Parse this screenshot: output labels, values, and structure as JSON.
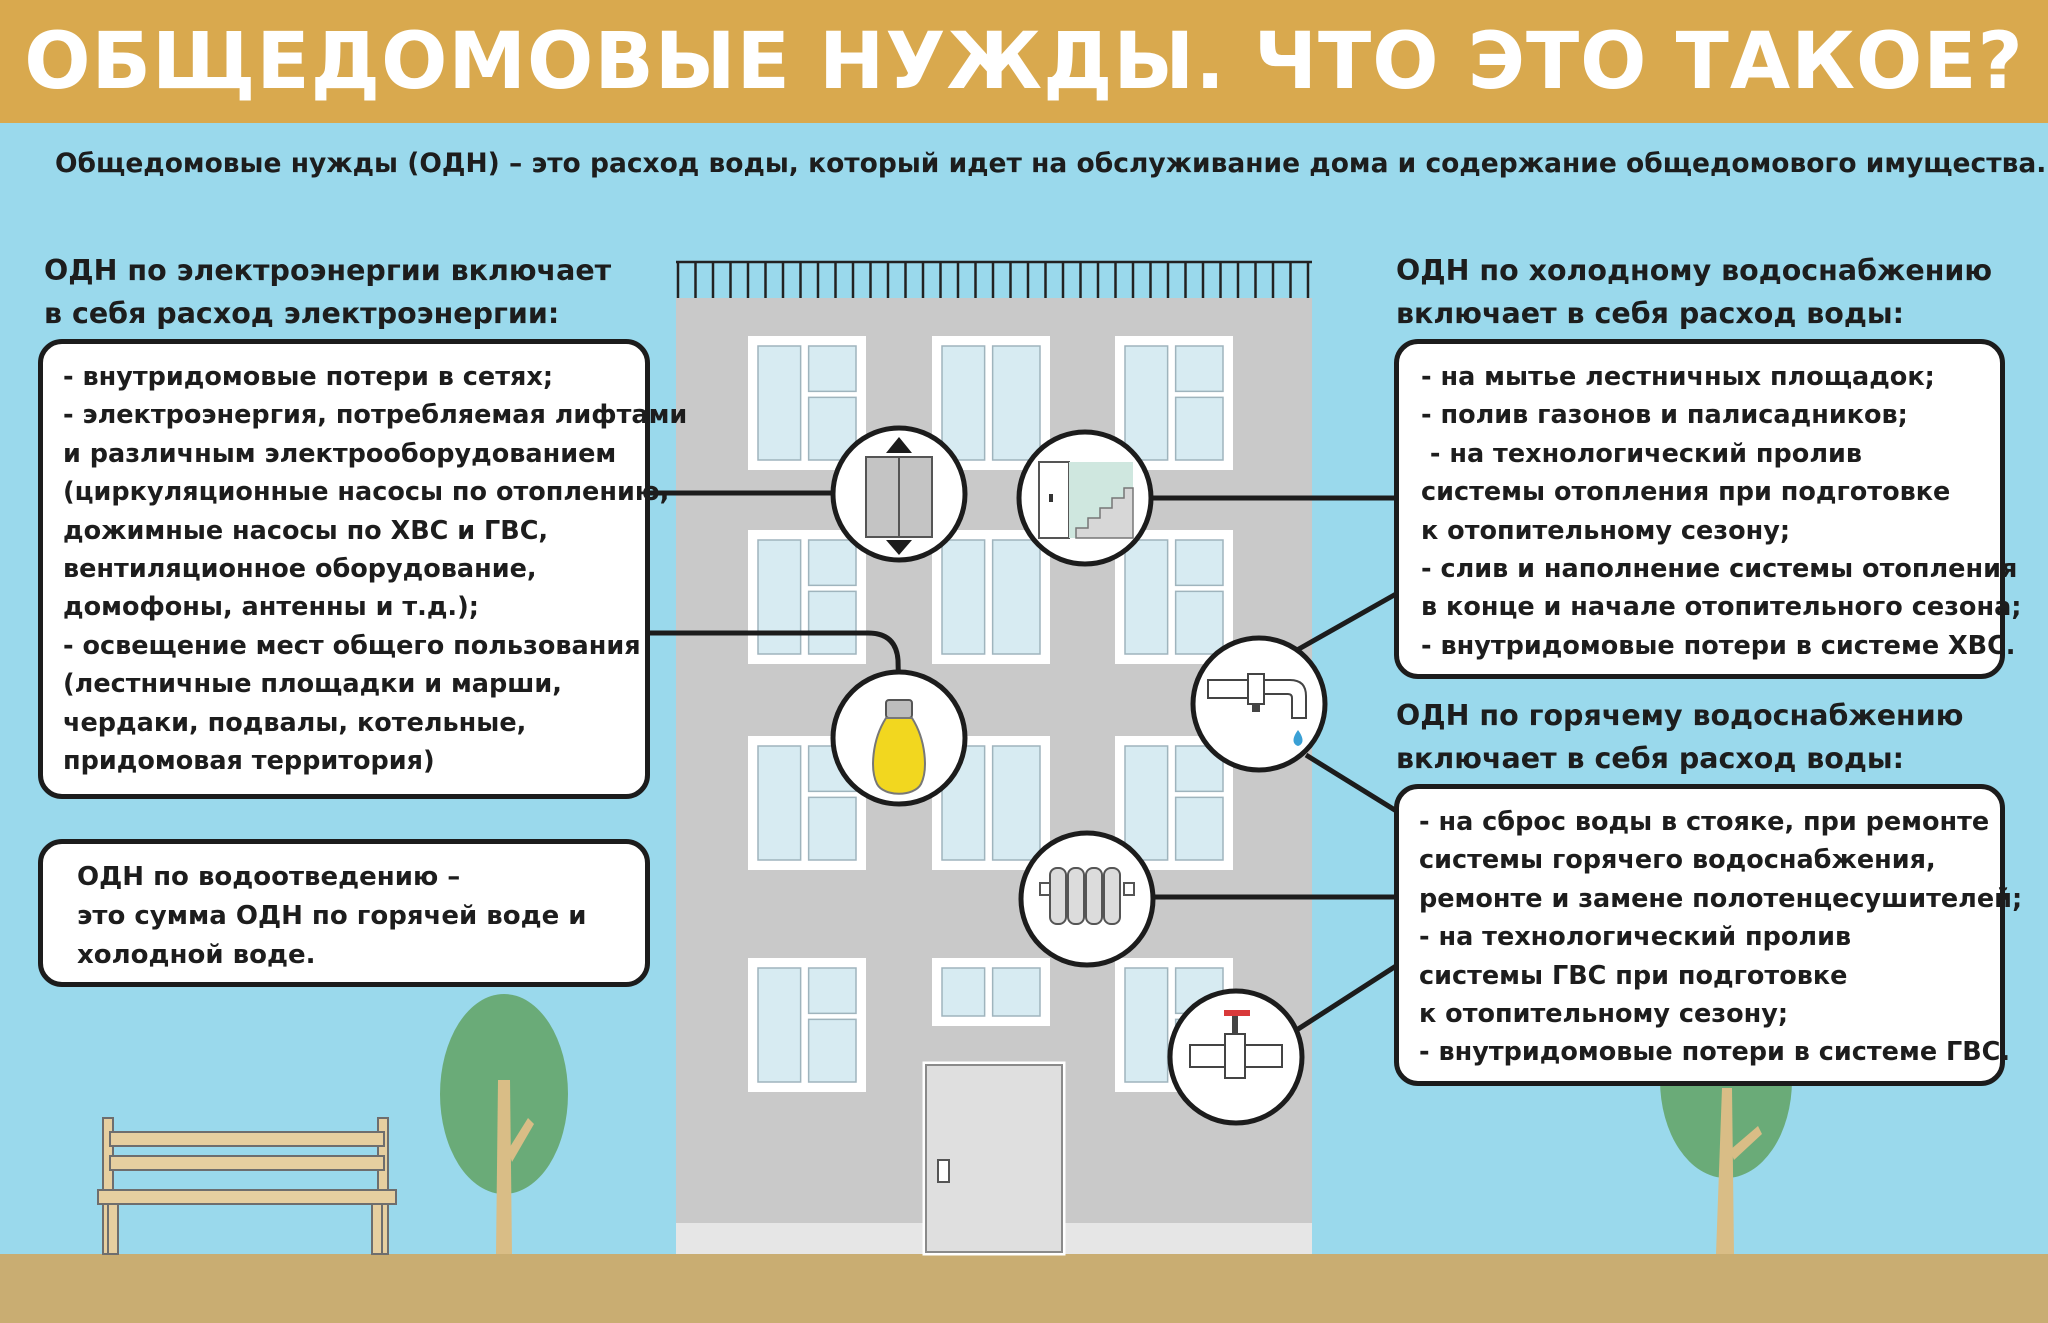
{
  "title": "ОБЩЕДОМОВЫЕ НУЖДЫ. ЧТО ЭТО ТАКОЕ?",
  "subtitle": "Общедомовые нужды (ОДН) – это расход воды, который идет на обслуживание дома и содержание общедомового имущества.",
  "colors": {
    "title_bar": "#d9a94e",
    "sky": "#9ad9ec",
    "ground": "#c9ad72",
    "building": "#c9c9c9",
    "tree": "#6aab78",
    "trunk": "#d9bd86",
    "bulb": "#f2d71f"
  },
  "electricity": {
    "heading": [
      "ОДН по электроэнергии включает",
      "в себя расход электроэнергии:"
    ],
    "items": [
      "- внутридомовые потери в сетях;",
      "- электроэнергия, потребляемая лифтами",
      "и различным электрооборудованием",
      "(циркуляционные насосы по отоплению,",
      "дожимные насосы по ХВС и ГВС,",
      "вентиляционное оборудование,",
      "домофоны, антенны и т.д.);",
      "- освещение мест общего пользования",
      "(лестничные площадки и марши,",
      "чердаки, подвалы, котельные,",
      "придомовая территория)"
    ]
  },
  "drainage": {
    "items": [
      "ОДН по водоотведению –",
      "это сумма ОДН по горячей воде и",
      "холодной воде."
    ]
  },
  "cold_water": {
    "heading": [
      "ОДН по холодному водоснабжению",
      "включает в себя расход воды:"
    ],
    "items": [
      "- на мытье лестничных площадок;",
      "- полив газонов и палисадников;",
      " - на технологический пролив",
      "системы отопления при подготовке",
      "к отопительному сезону;",
      "- слив и наполнение системы отопления",
      "в конце и начале отопительного сезона;",
      "- внутридомовые потери в системе ХВС."
    ]
  },
  "hot_water": {
    "heading": [
      "ОДН по горячему водоснабжению",
      "включает в себя расход воды:"
    ],
    "items": [
      "- на сброс воды в стояке, при ремонте",
      "системы горячего водоснабжения,",
      "ремонте и замене полотенцесушителей;",
      "- на технологический пролив",
      "системы ГВС при подготовке",
      "к отопительному сезону;",
      "- внутридомовые потери в системе ГВС."
    ]
  },
  "icons": [
    "elevator-icon",
    "staircase-icon",
    "light-bulb-icon",
    "faucet-icon",
    "radiator-icon",
    "pipe-valve-icon",
    "bench-icon",
    "tree-icon",
    "door-icon"
  ]
}
